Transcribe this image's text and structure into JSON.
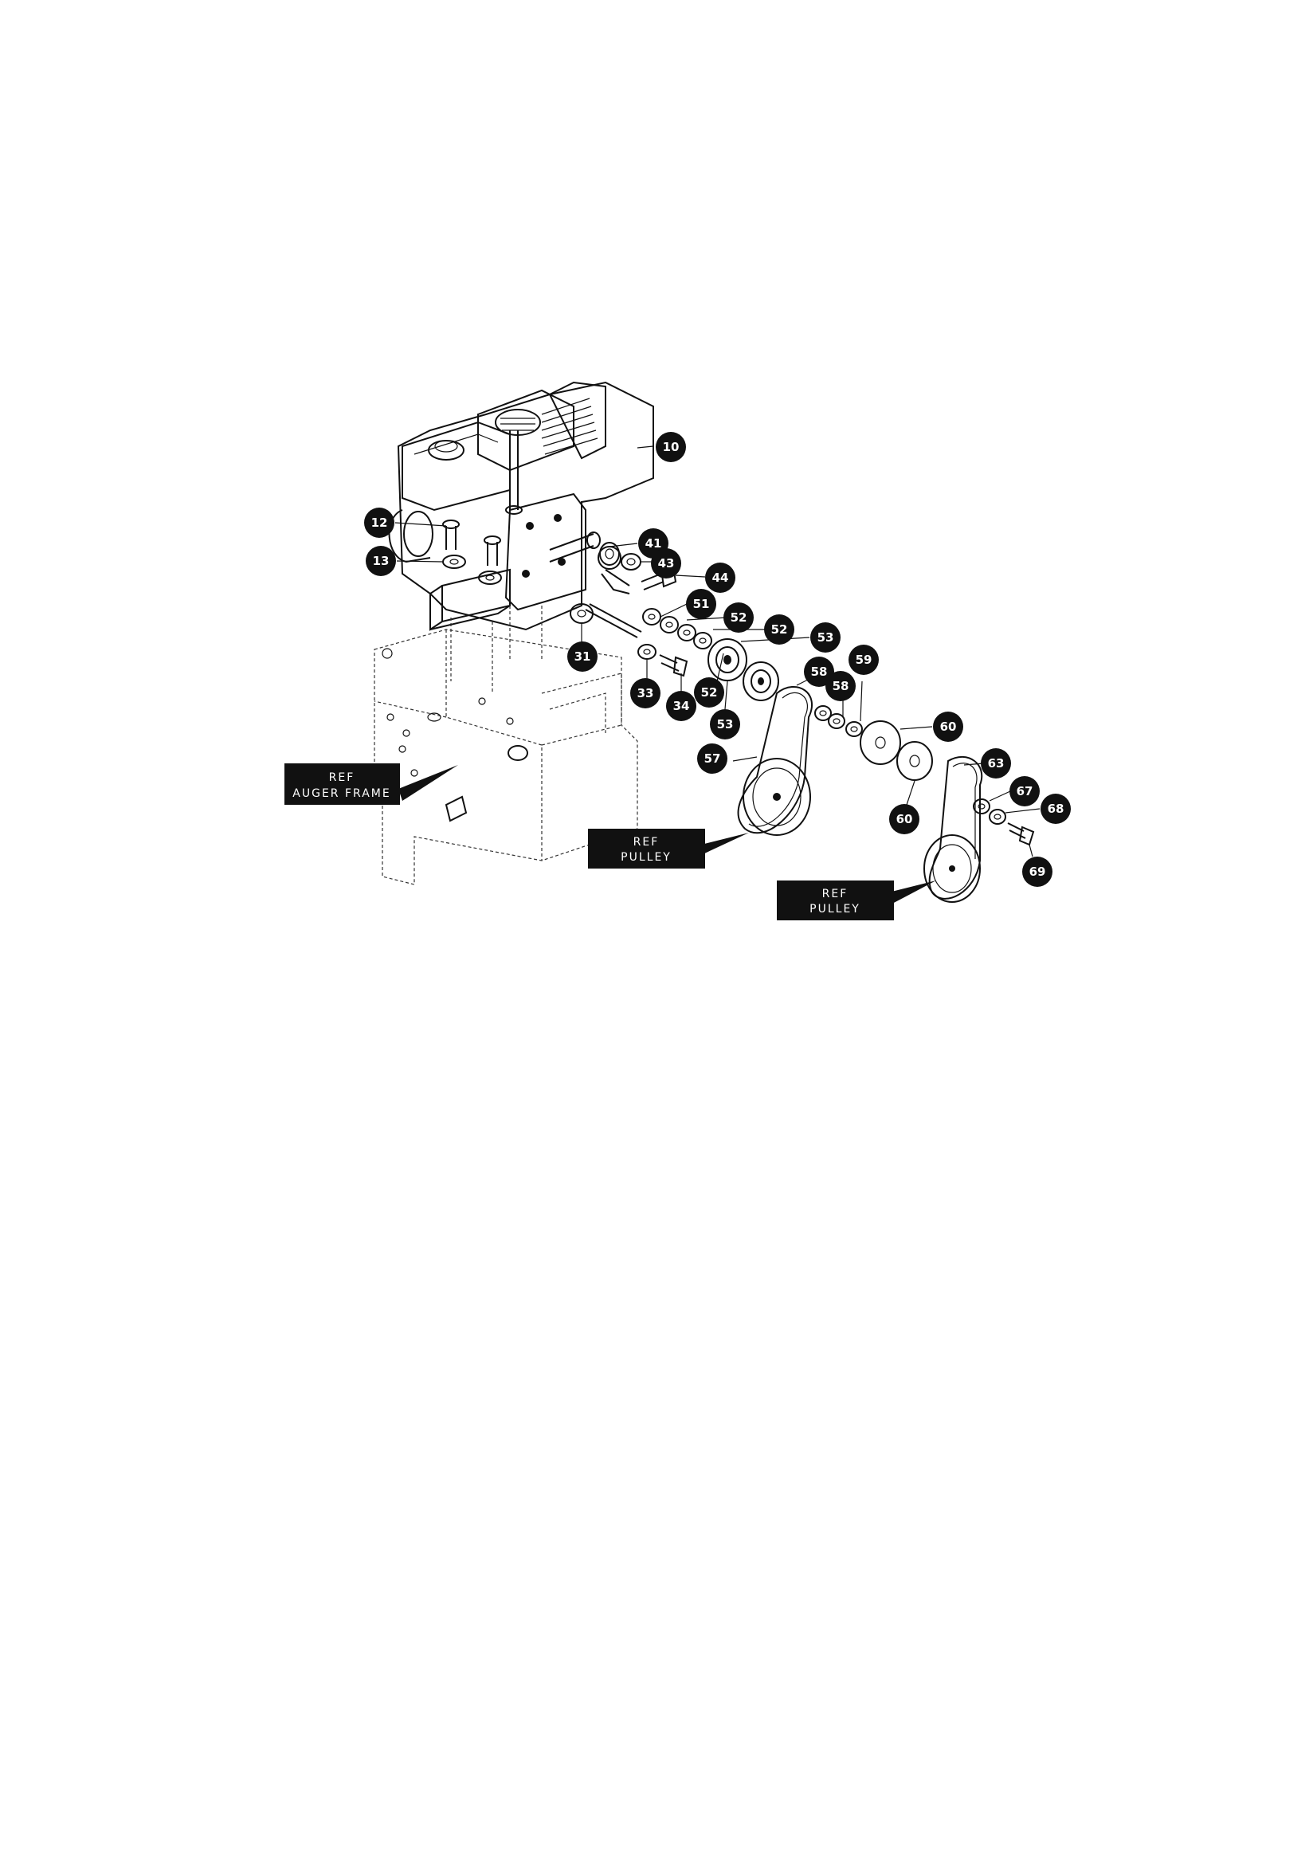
{
  "callouts": [
    "10",
    "12",
    "13",
    "41",
    "43",
    "44",
    "51",
    "52",
    "52",
    "52",
    "53",
    "53",
    "31",
    "33",
    "34",
    "58",
    "59",
    "58",
    "60",
    "57",
    "60",
    "63",
    "67",
    "68",
    "69"
  ],
  "ref_labels": {
    "auger_frame": [
      "REF",
      "AUGER FRAME"
    ],
    "pulley_1": [
      "REF",
      "PULLEY"
    ],
    "pulley_2": [
      "REF",
      "PULLEY"
    ]
  },
  "colors": {
    "ink": "#111111",
    "paper": "#ffffff"
  }
}
